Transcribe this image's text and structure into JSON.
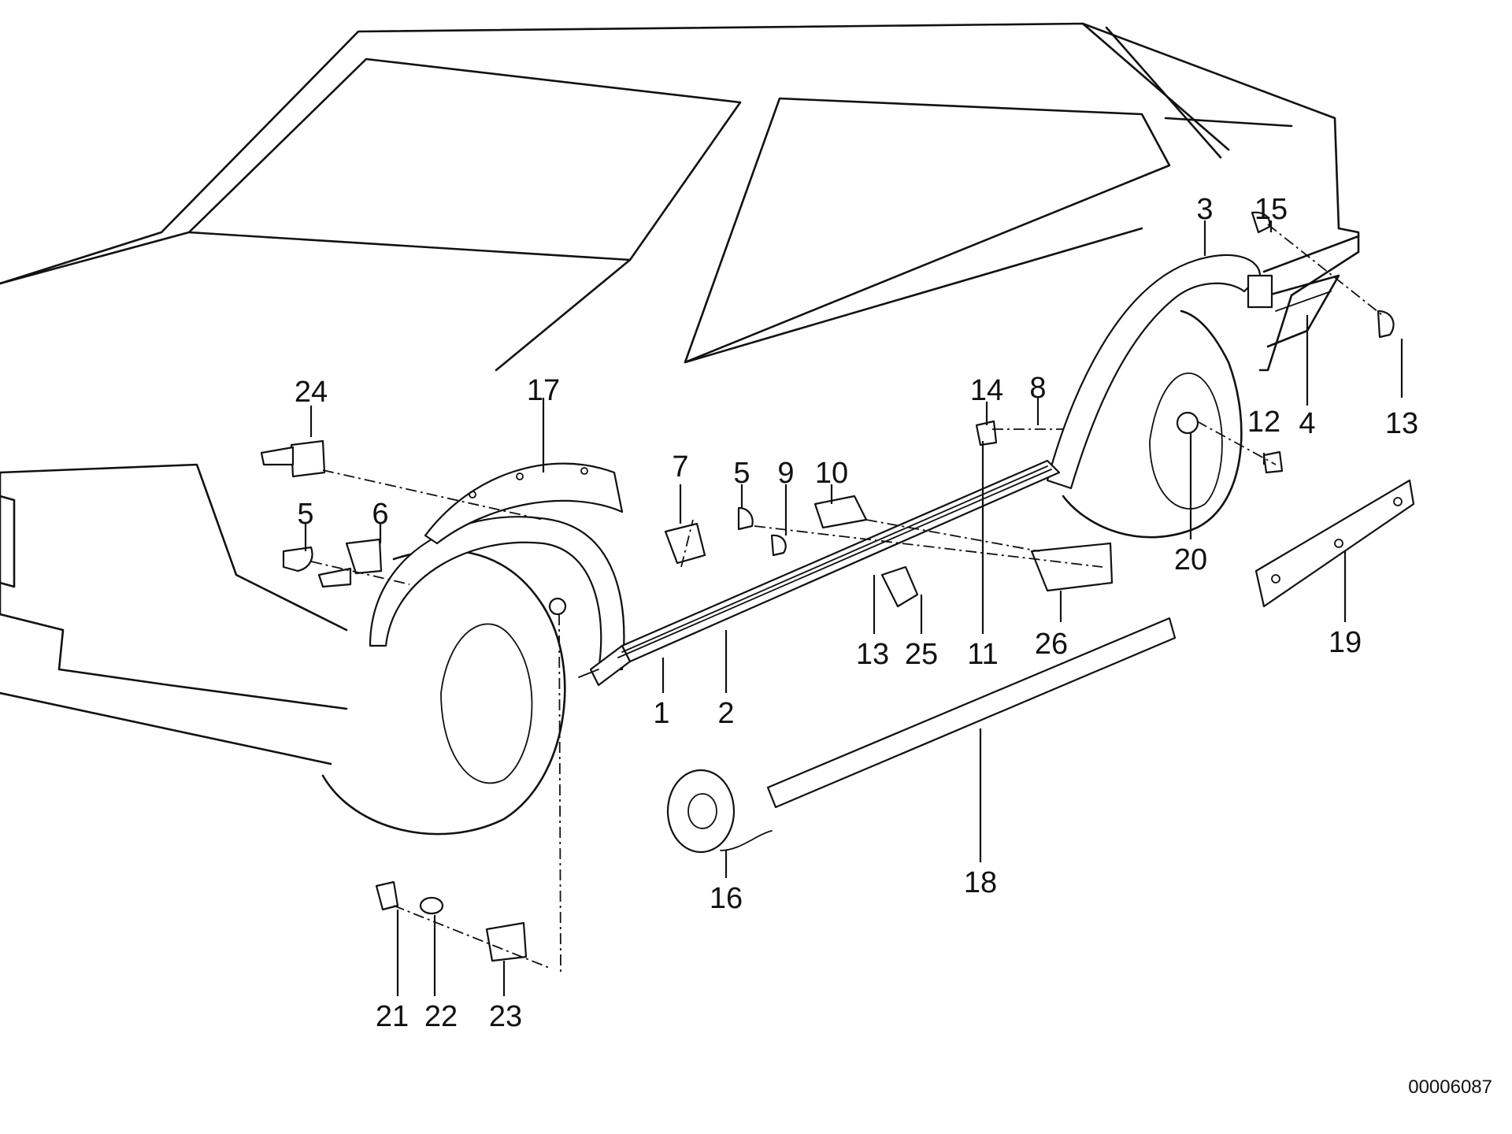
{
  "callouts": [
    "24",
    "17",
    "5",
    "6",
    "7",
    "5",
    "9",
    "10",
    "14",
    "8",
    "3",
    "15",
    "4",
    "12",
    "13",
    "20",
    "19",
    "26",
    "11",
    "25",
    "13",
    "1",
    "2",
    "18",
    "16",
    "21",
    "22",
    "23"
  ],
  "reference_number": "00006087"
}
